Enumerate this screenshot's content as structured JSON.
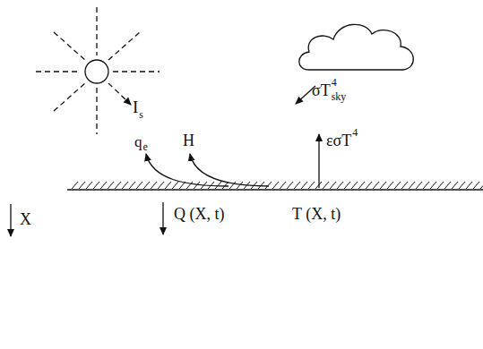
{
  "diagram": {
    "labels": [
      "I",
      "s",
      "σT",
      "4",
      "sky",
      "q",
      "e",
      "H",
      "εσT",
      "4",
      "X",
      "Q (X, t)",
      "T (X, t)"
    ]
  }
}
